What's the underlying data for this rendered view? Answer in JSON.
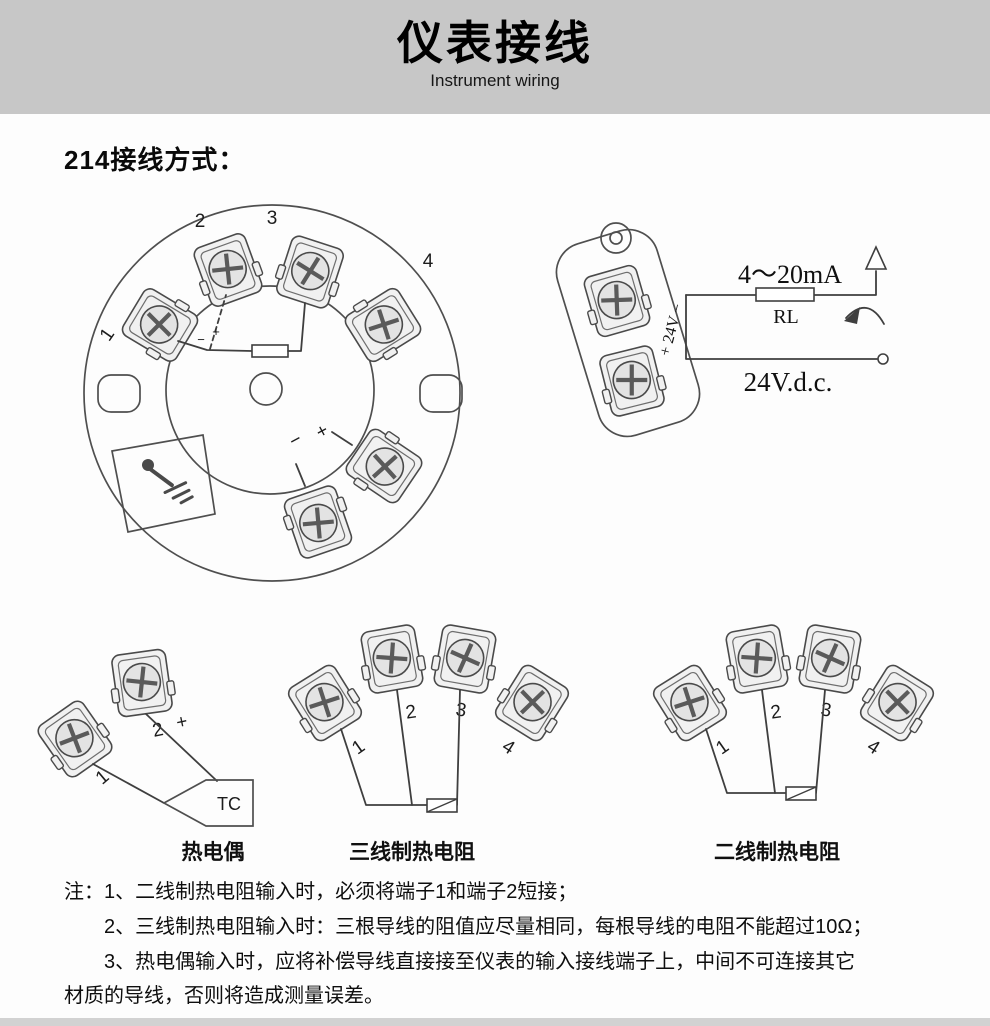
{
  "header": {
    "title": "仪表接线",
    "subtitle": "Instrument wiring"
  },
  "section": {
    "heading": "214接线方式："
  },
  "head": {
    "t1": "1",
    "t2": "2",
    "t3": "3",
    "t4": "4",
    "minus": "−",
    "plus": "+"
  },
  "side": {
    "current": "4～20mA",
    "rl": "RL",
    "dc": "24V.d.c.",
    "supply": "+ 24V −"
  },
  "tc": {
    "t1": "1",
    "t2": "2",
    "plus": "+",
    "box": "TC",
    "caption": "热电偶"
  },
  "rtd3": {
    "t1": "1",
    "t2": "2",
    "t3": "3",
    "t4": "4",
    "caption": "三线制热电阻"
  },
  "rtd2": {
    "t1": "1",
    "t2": "2",
    "t3": "3",
    "t4": "4",
    "caption": "二线制热电阻"
  },
  "notes": {
    "l1": "注：1、二线制热电阻输入时，必须将端子1和端子2短接；",
    "l2": "2、三线制热电阻输入时：三根导线的阻值应尽量相同，每根导线的电阻不能超过10Ω；",
    "l3": "3、热电偶输入时，应将补偿导线直接接至仪表的输入接线端子上，中间不可连接其它",
    "l4": "材质的导线，否则将造成测量误差。"
  }
}
